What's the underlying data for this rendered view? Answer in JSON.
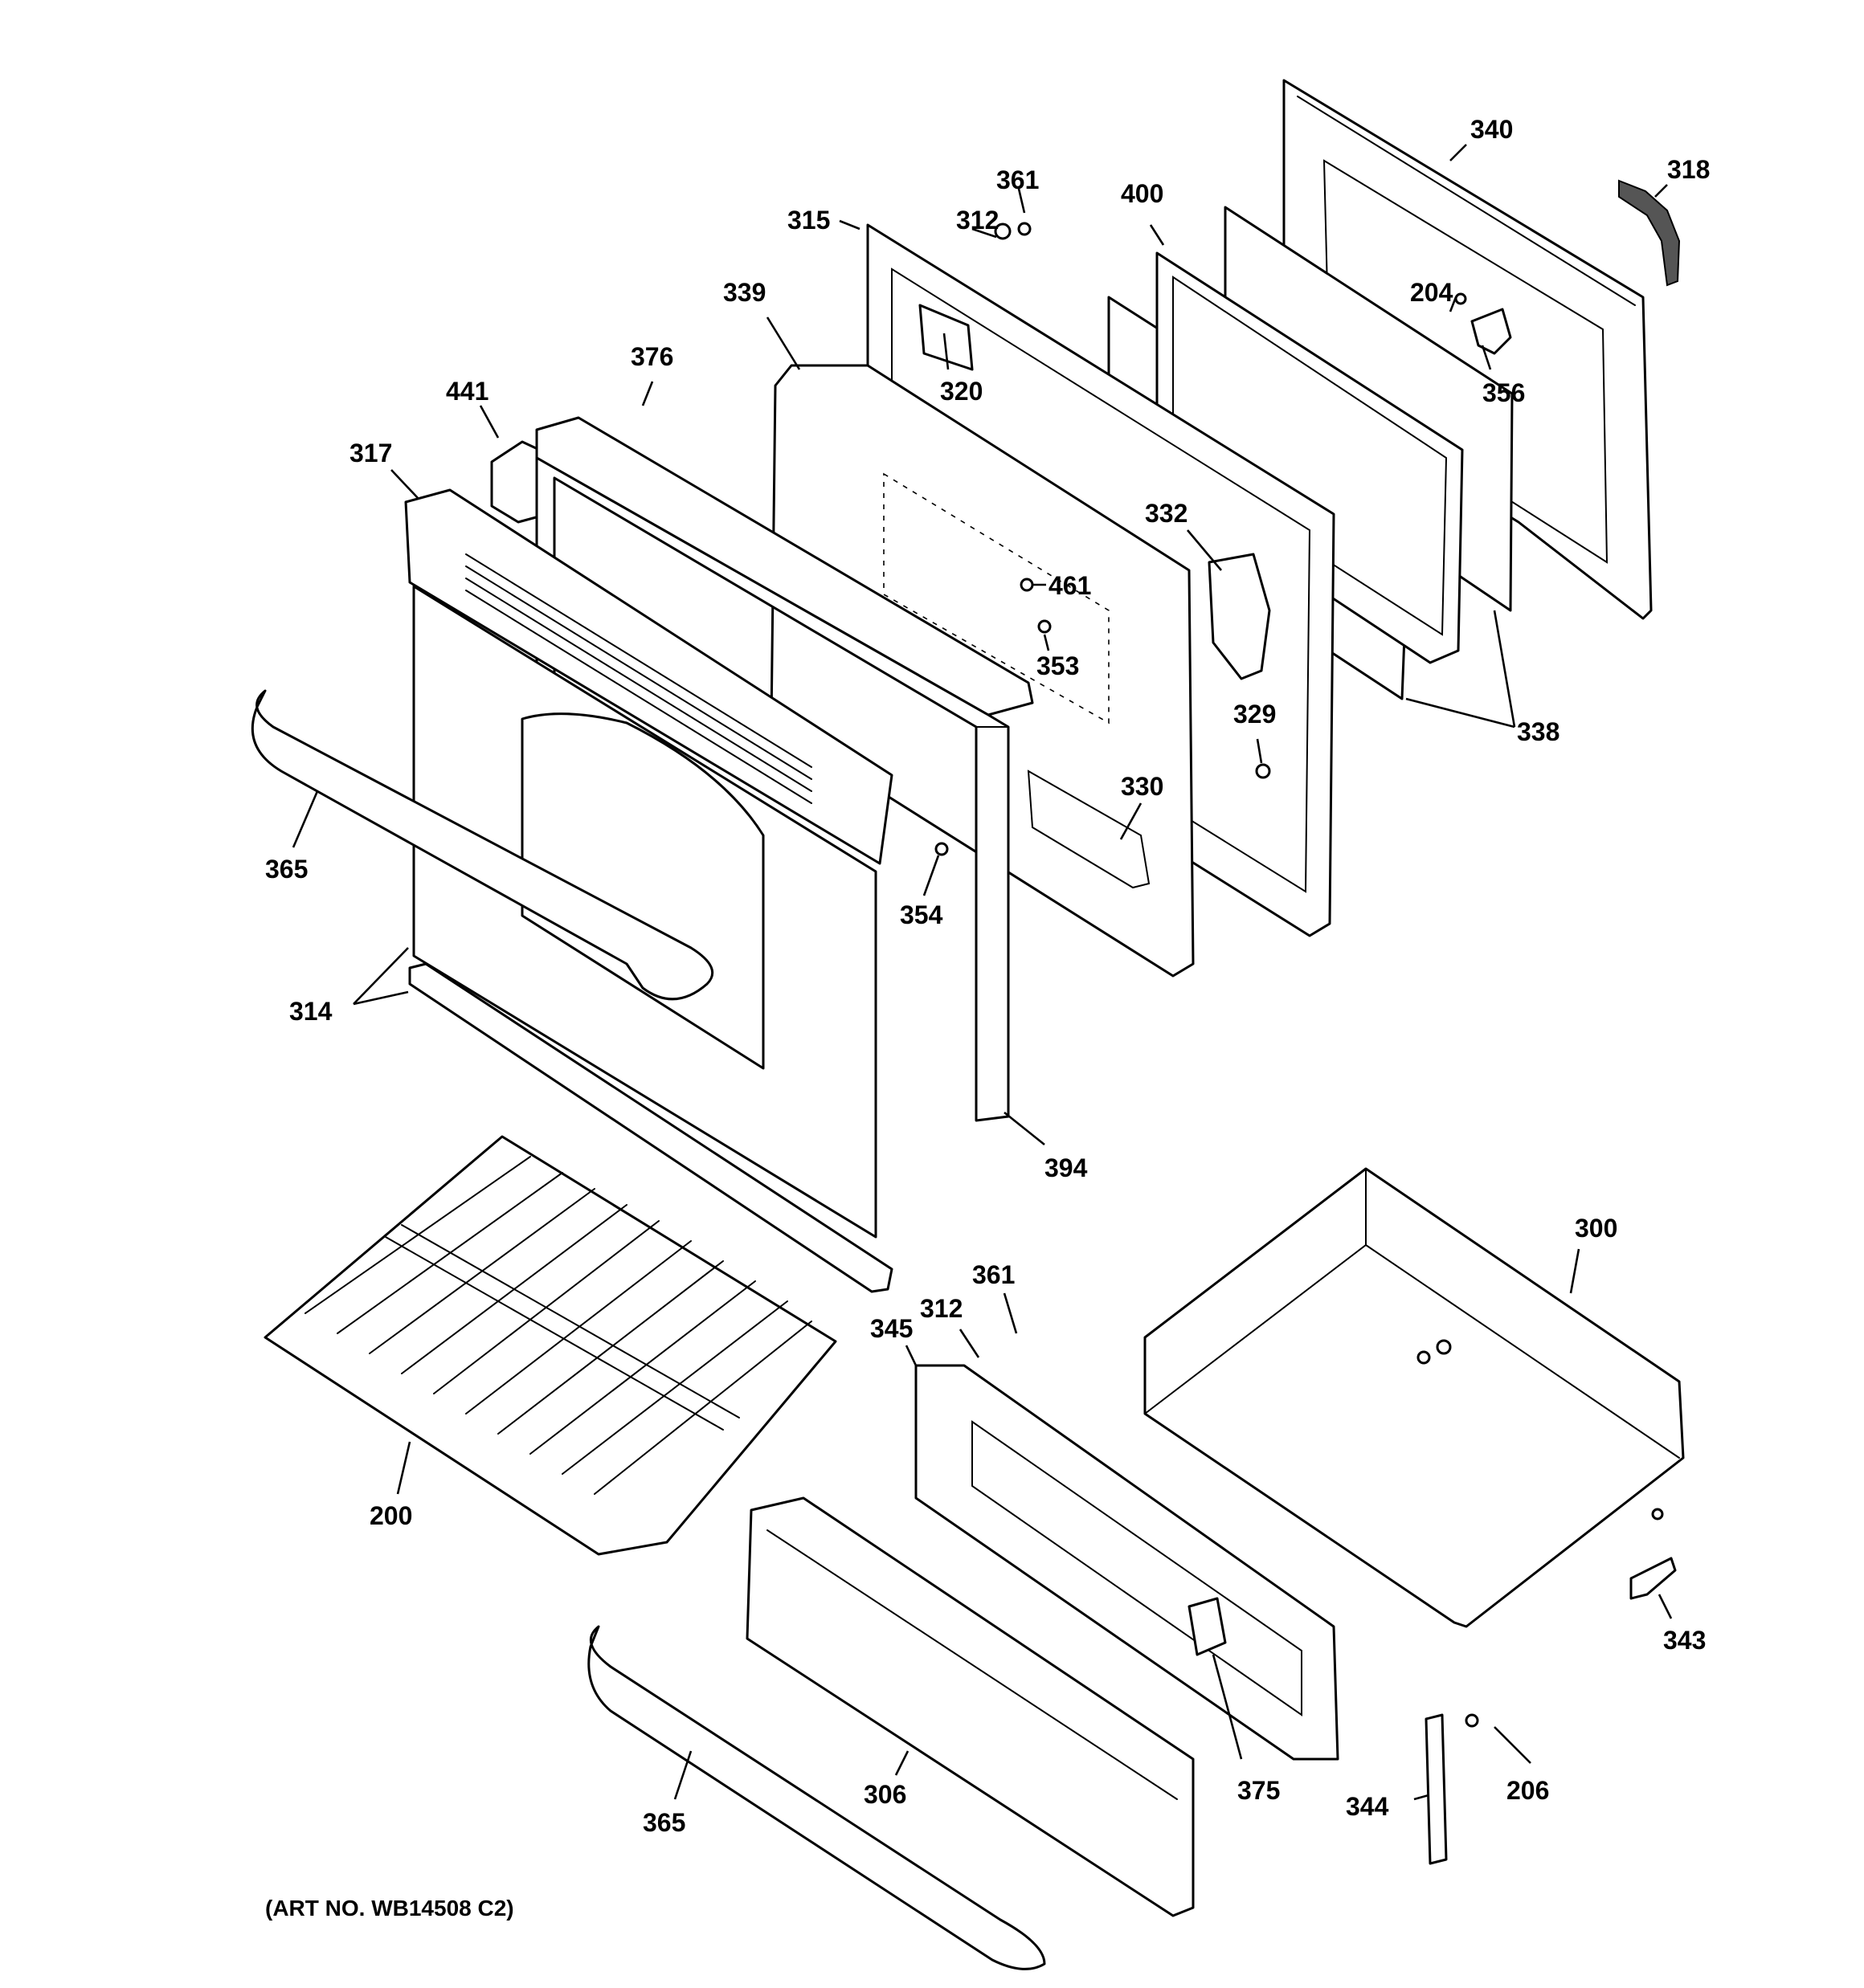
{
  "diagram": {
    "art_number": "(ART NO. WB14508 C2)",
    "part_labels": {
      "p340": "340",
      "p318": "318",
      "p361a": "361",
      "p312a": "312",
      "p315": "315",
      "p400": "400",
      "p339": "339",
      "p204": "204",
      "p320": "320",
      "p356": "356",
      "p376": "376",
      "p441": "441",
      "p317": "317",
      "p332": "332",
      "p461": "461",
      "p353": "353",
      "p338": "338",
      "p329": "329",
      "p330": "330",
      "p365a": "365",
      "p354": "354",
      "p314": "314",
      "p394": "394",
      "p300": "300",
      "p361b": "361",
      "p312b": "312",
      "p345": "345",
      "p200": "200",
      "p343": "343",
      "p306": "306",
      "p375": "375",
      "p344": "344",
      "p206": "206",
      "p365b": "365"
    }
  }
}
